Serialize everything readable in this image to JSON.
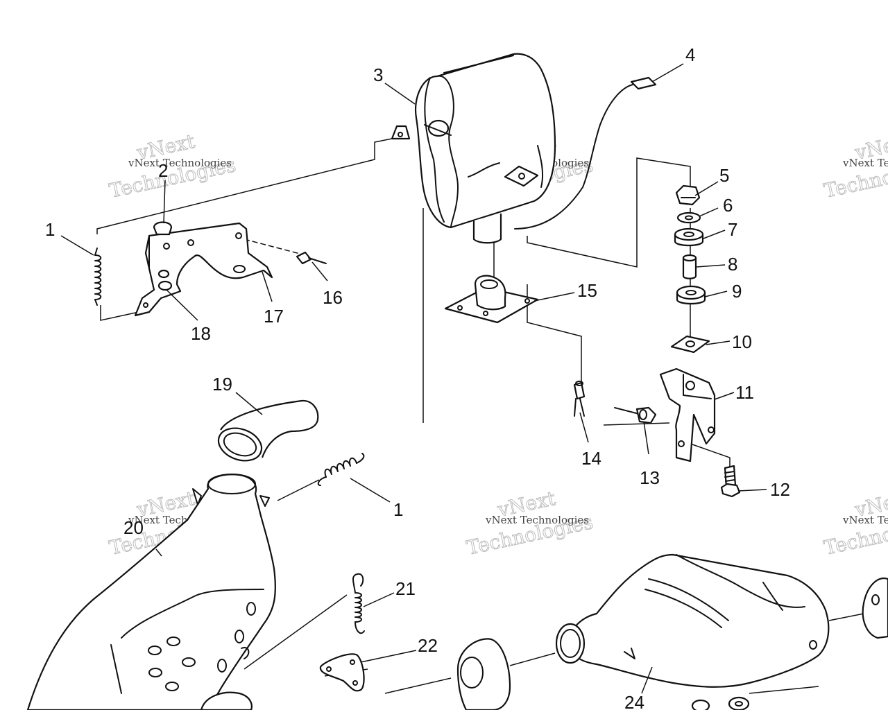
{
  "diagram": {
    "callouts": [
      "1",
      "2",
      "3",
      "4",
      "5",
      "6",
      "7",
      "8",
      "9",
      "10",
      "11",
      "12",
      "13",
      "14",
      "15",
      "16",
      "17",
      "18",
      "19",
      "20",
      "21",
      "22",
      "24",
      "1"
    ],
    "watermark": {
      "line1": "vNext",
      "line2": "Technologies",
      "small": "vNext Technologies",
      "small_partial": "vNext Te"
    }
  }
}
